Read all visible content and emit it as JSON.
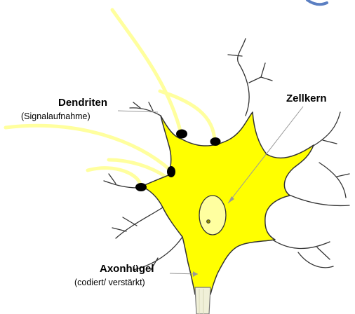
{
  "labels": {
    "dendrites": {
      "title": "Dendriten",
      "subtitle": "(Signalaufnahme)"
    },
    "nucleus": {
      "title": "Zellkern"
    },
    "axon_hillock": {
      "title": "Axonhügel",
      "subtitle": "(codiert/ verstärkt)"
    }
  },
  "colors": {
    "cell_body": "#ffff00",
    "cell_outline": "#333333",
    "nucleus_fill": "#ffffa0",
    "incoming_fibers": "#ffff9e",
    "synapse_knobs": "#000000",
    "pointer_lines": "#999999",
    "corner_arc": "#5b7fc2"
  }
}
